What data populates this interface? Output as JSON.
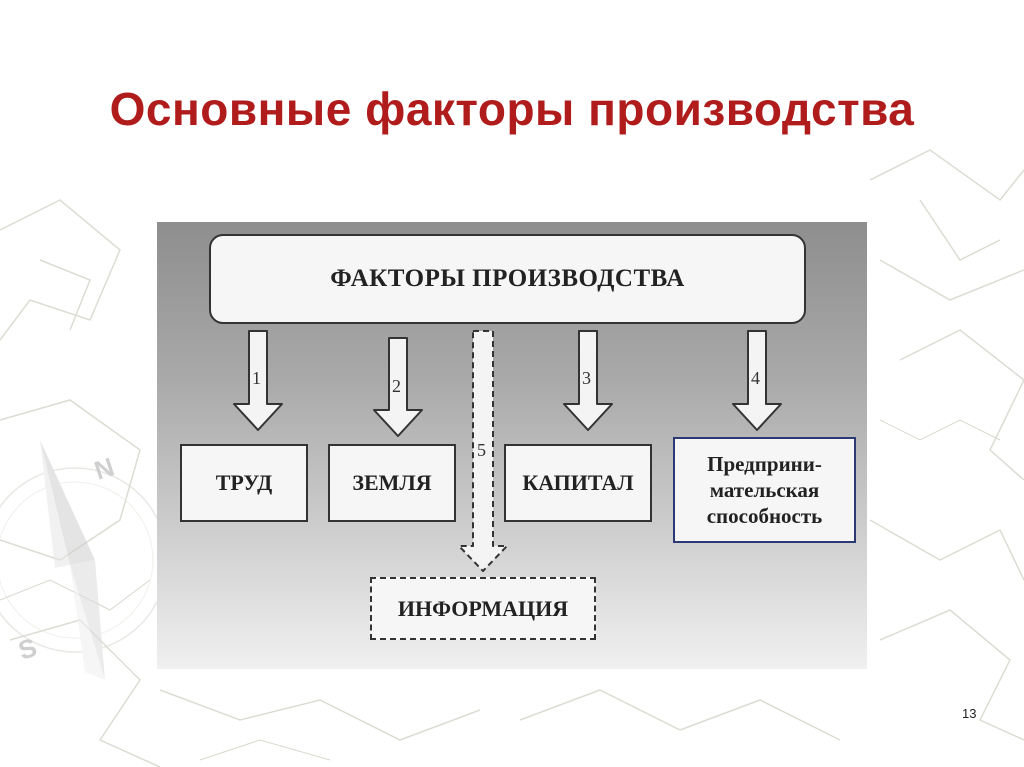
{
  "slide": {
    "title": "Основные факторы производства",
    "page_number": "13"
  },
  "diagram": {
    "root": "ФАКТОРЫ ПРОИЗВОДСТВА",
    "factors": [
      {
        "number": "1",
        "label": "ТРУД"
      },
      {
        "number": "2",
        "label": "ЗЕМЛЯ"
      },
      {
        "number": "3",
        "label": "КАПИТАЛ"
      },
      {
        "number": "4",
        "label_lines": [
          "Предприни-",
          "мательская",
          "способность"
        ]
      },
      {
        "number": "5",
        "label": "ИНФОРМАЦИЯ",
        "style": "dashed"
      }
    ],
    "colors": {
      "title": "#b01c1c",
      "box_fill": "#f6f6f6",
      "box_border": "#333333",
      "entrepreneur_border": "#2b3a75"
    }
  },
  "background": {
    "compass_letters": [
      "N",
      "S"
    ]
  }
}
